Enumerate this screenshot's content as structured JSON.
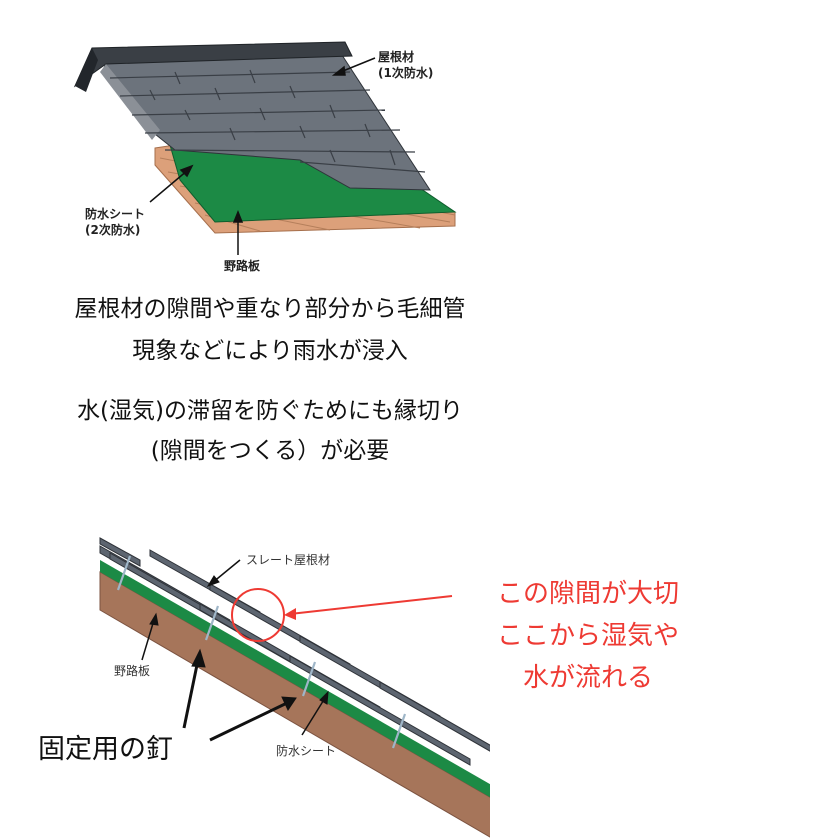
{
  "top_diagram": {
    "label_roof": "屋根材",
    "label_roof_sub": "(1次防水)",
    "label_sheet": "防水シート",
    "label_sheet_sub": "(2次防水)",
    "label_board": "野路板"
  },
  "caption": {
    "line1": "屋根材の隙間や重なり部分から毛細管",
    "line2": "現象などにより雨水が浸入",
    "line3": "水(湿気)の滞留を防ぐためにも縁切り",
    "line4": "(隙間をつくる）が必要"
  },
  "bottom_diagram": {
    "label_slate": "スレート屋根材",
    "label_board": "野路板",
    "label_sheet": "防水シート",
    "label_nail": "固定用の釘",
    "note_line1": "この隙間が大切",
    "note_line2": "ここから湿気や",
    "note_line3": "水が流れる"
  },
  "colors": {
    "slate": "#5f6670",
    "slate_dark": "#30353c",
    "sheet_green": "#1f8a4a",
    "board": "#d9a47d",
    "board_dark": "#9a6a4a",
    "highlight_red": "#ee3a33"
  }
}
